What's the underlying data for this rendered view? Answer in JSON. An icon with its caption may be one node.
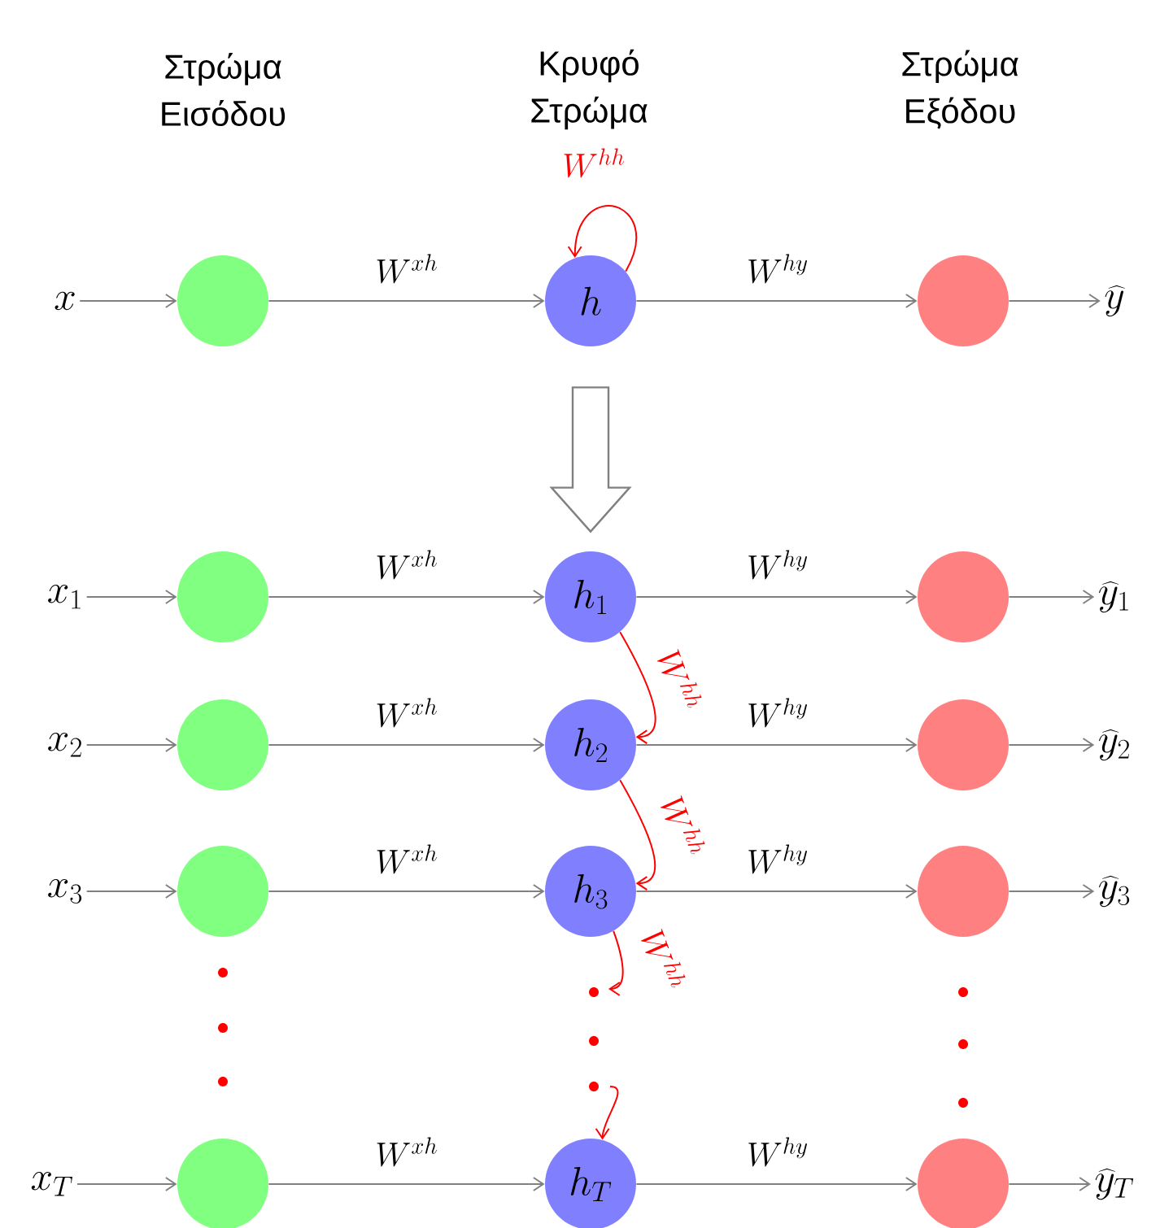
{
  "diagram": {
    "nodes": [
      {
        "text": [
          "x"
        ]
      },
      {
        "text": [],
        "shape": "circle"
      },
      {
        "text": [
          "h"
        ]
      },
      {
        "text": [],
        "shape": "circle"
      },
      {
        "text": [
          "\\widehat{y}"
        ]
      },
      {
        "text": [
          "x_{1}"
        ]
      },
      {
        "text": [],
        "shape": "circle"
      },
      {
        "text": [
          "h_{1}"
        ]
      },
      {
        "text": [],
        "shape": "circle"
      },
      {
        "text": [
          "\\widehat{y}_{1}"
        ]
      },
      {
        "text": [
          "x_{2}"
        ]
      },
      {
        "text": [],
        "shape": "circle"
      },
      {
        "text": [
          "h_{2}"
        ]
      },
      {
        "text": [],
        "shape": "circle"
      },
      {
        "text": [
          "\\widehat{y}_{2}"
        ]
      },
      {
        "text": [
          "x_{3}"
        ]
      },
      {
        "text": [],
        "shape": "circle"
      },
      {
        "text": [
          "h_{3}"
        ]
      },
      {
        "text": [],
        "shape": "circle"
      },
      {
        "text": [
          "\\widehat{y}_{3}"
        ]
      },
      {
        "text": [
          "x_{T}"
        ]
      },
      {
        "text": [],
        "shape": "circle"
      },
      {
        "text": [
          "h_{T}"
        ]
      },
      {
        "text": [],
        "shape": "circle"
      },
      {
        "text": [
          "\\widehat{y}_{T}"
        ]
      }
    ],
    "edges": [
      {
        "from": 0,
        "to": 1,
        "arrow": "to"
      },
      {
        "from": 1,
        "to": 2,
        "arrow": "to",
        "label": "W^{xh}"
      },
      {
        "from": 2,
        "to": 3,
        "arrow": "to",
        "label": "W^{hy}"
      },
      {
        "from": 3,
        "to": 4,
        "arrow": "to"
      },
      {
        "from": 5,
        "to": 6,
        "arrow": "to"
      },
      {
        "from": 6,
        "to": 7,
        "arrow": "to",
        "label": "W^{xh}"
      },
      {
        "from": 7,
        "to": 8,
        "arrow": "to",
        "label": "W^{hy}"
      },
      {
        "from": 8,
        "to": 9,
        "arrow": "to"
      },
      {
        "from": 10,
        "to": 11,
        "arrow": "to"
      },
      {
        "from": 11,
        "to": 12,
        "arrow": "to",
        "label": "W^{xh}"
      },
      {
        "from": 12,
        "to": 13,
        "arrow": "to",
        "label": "W^{hy}"
      },
      {
        "from": 13,
        "to": 14,
        "arrow": "to"
      },
      {
        "from": 15,
        "to": 16,
        "arrow": "to"
      },
      {
        "from": 16,
        "to": 17,
        "arrow": "to",
        "label": "W^{xh}"
      },
      {
        "from": 17,
        "to": 18,
        "arrow": "to",
        "label": "W^{hy}"
      },
      {
        "from": 18,
        "to": 19,
        "arrow": "to"
      },
      {
        "from": 20,
        "to": 21,
        "arrow": "to"
      },
      {
        "from": 21,
        "to": 22,
        "arrow": "to",
        "label": "W^{xh}"
      },
      {
        "from": 22,
        "to": 23,
        "arrow": "to",
        "label": "W^{hy}"
      },
      {
        "from": 23,
        "to": 24,
        "arrow": "to"
      },
      {
        "from": 2,
        "to": 2,
        "arrow": "to",
        "label": "W^{hh}",
        "color": "#ff0000"
      },
      {
        "from": 2,
        "to": 7,
        "arrow": "to"
      },
      {
        "from": 7,
        "to": 12,
        "arrow": "to",
        "label": "W^{hh}",
        "color": "#ff0000"
      },
      {
        "from": 12,
        "to": 17,
        "arrow": "to",
        "label": "W^{hh}",
        "color": "#ff0000"
      },
      {
        "from": 17,
        "to": null,
        "arrow": "to",
        "label": "W^{hh}",
        "color": "#ff0000"
      },
      {
        "from": null,
        "to": 22,
        "arrow": "to",
        "color": "#ff0000"
      }
    ],
    "labels": [
      "Στρώμα Εισόδου",
      "Κρυφό Στρώμα",
      "Στρώμα Εξόδου"
    ]
  }
}
